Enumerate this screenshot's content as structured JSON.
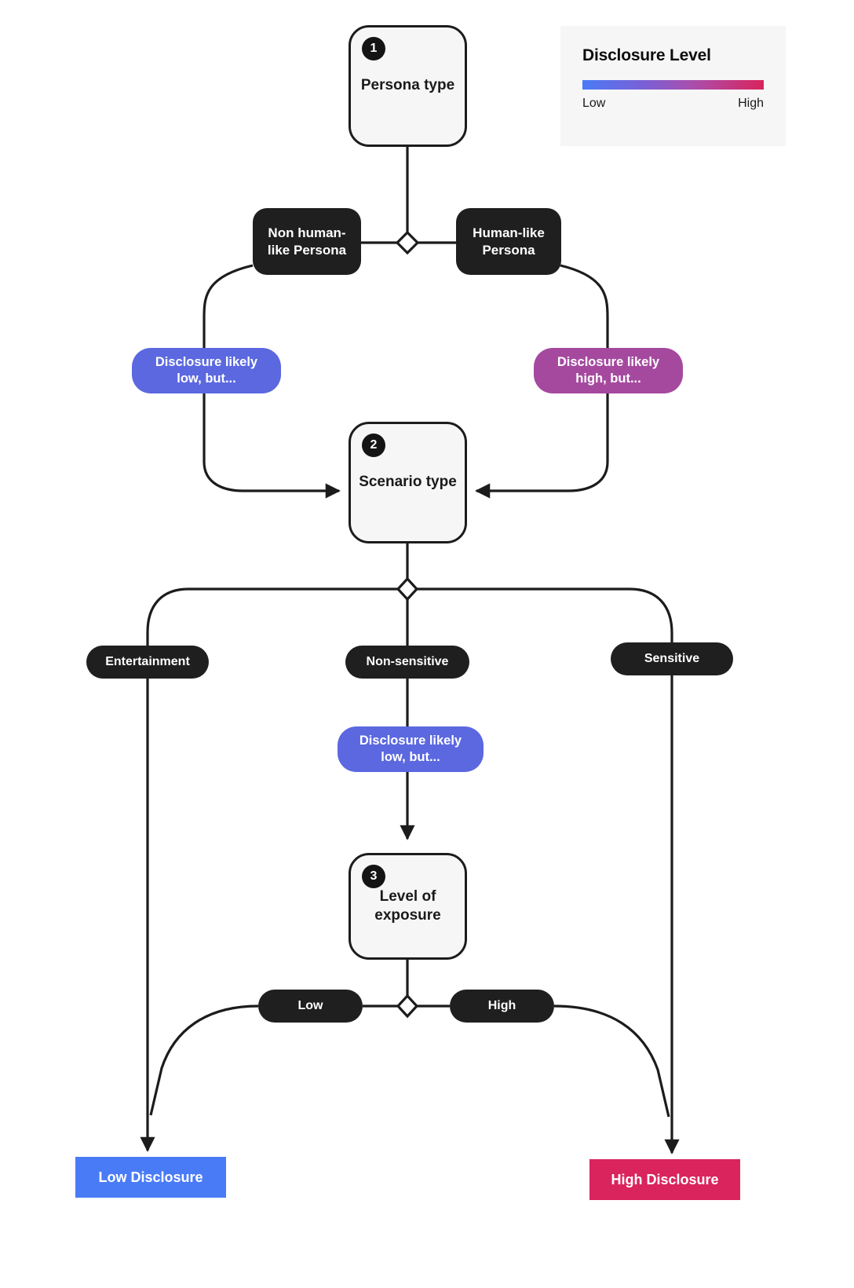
{
  "legend": {
    "title": "Disclosure Level",
    "low_label": "Low",
    "high_label": "High",
    "gradient_low_color": "#4a7bf7",
    "gradient_high_color": "#d9245d"
  },
  "stages": [
    {
      "number": "1",
      "title": "Persona type"
    },
    {
      "number": "2",
      "title": "Scenario type"
    },
    {
      "number": "3",
      "title": "Level of exposure"
    }
  ],
  "persona_options": [
    {
      "label": "Non human-like Persona"
    },
    {
      "label": "Human-like Persona"
    }
  ],
  "scenario_options": [
    {
      "label": "Entertainment"
    },
    {
      "label": "Non-sensitive"
    },
    {
      "label": "Sensitive"
    }
  ],
  "exposure_options": [
    {
      "label": "Low"
    },
    {
      "label": "High"
    }
  ],
  "notes": [
    {
      "id": "note-persona-low",
      "label": "Disclosure likely low, but...",
      "color": "#5b68e0"
    },
    {
      "id": "note-persona-high",
      "label": "Disclosure likely high, but...",
      "color": "#a5499f"
    },
    {
      "id": "note-scenario-low",
      "label": "Disclosure likely low, but...",
      "color": "#5b68e0"
    }
  ],
  "results": [
    {
      "label": "Low Disclosure",
      "color": "#4a7bf7"
    },
    {
      "label": "High Disclosure",
      "color": "#d9245d"
    }
  ]
}
